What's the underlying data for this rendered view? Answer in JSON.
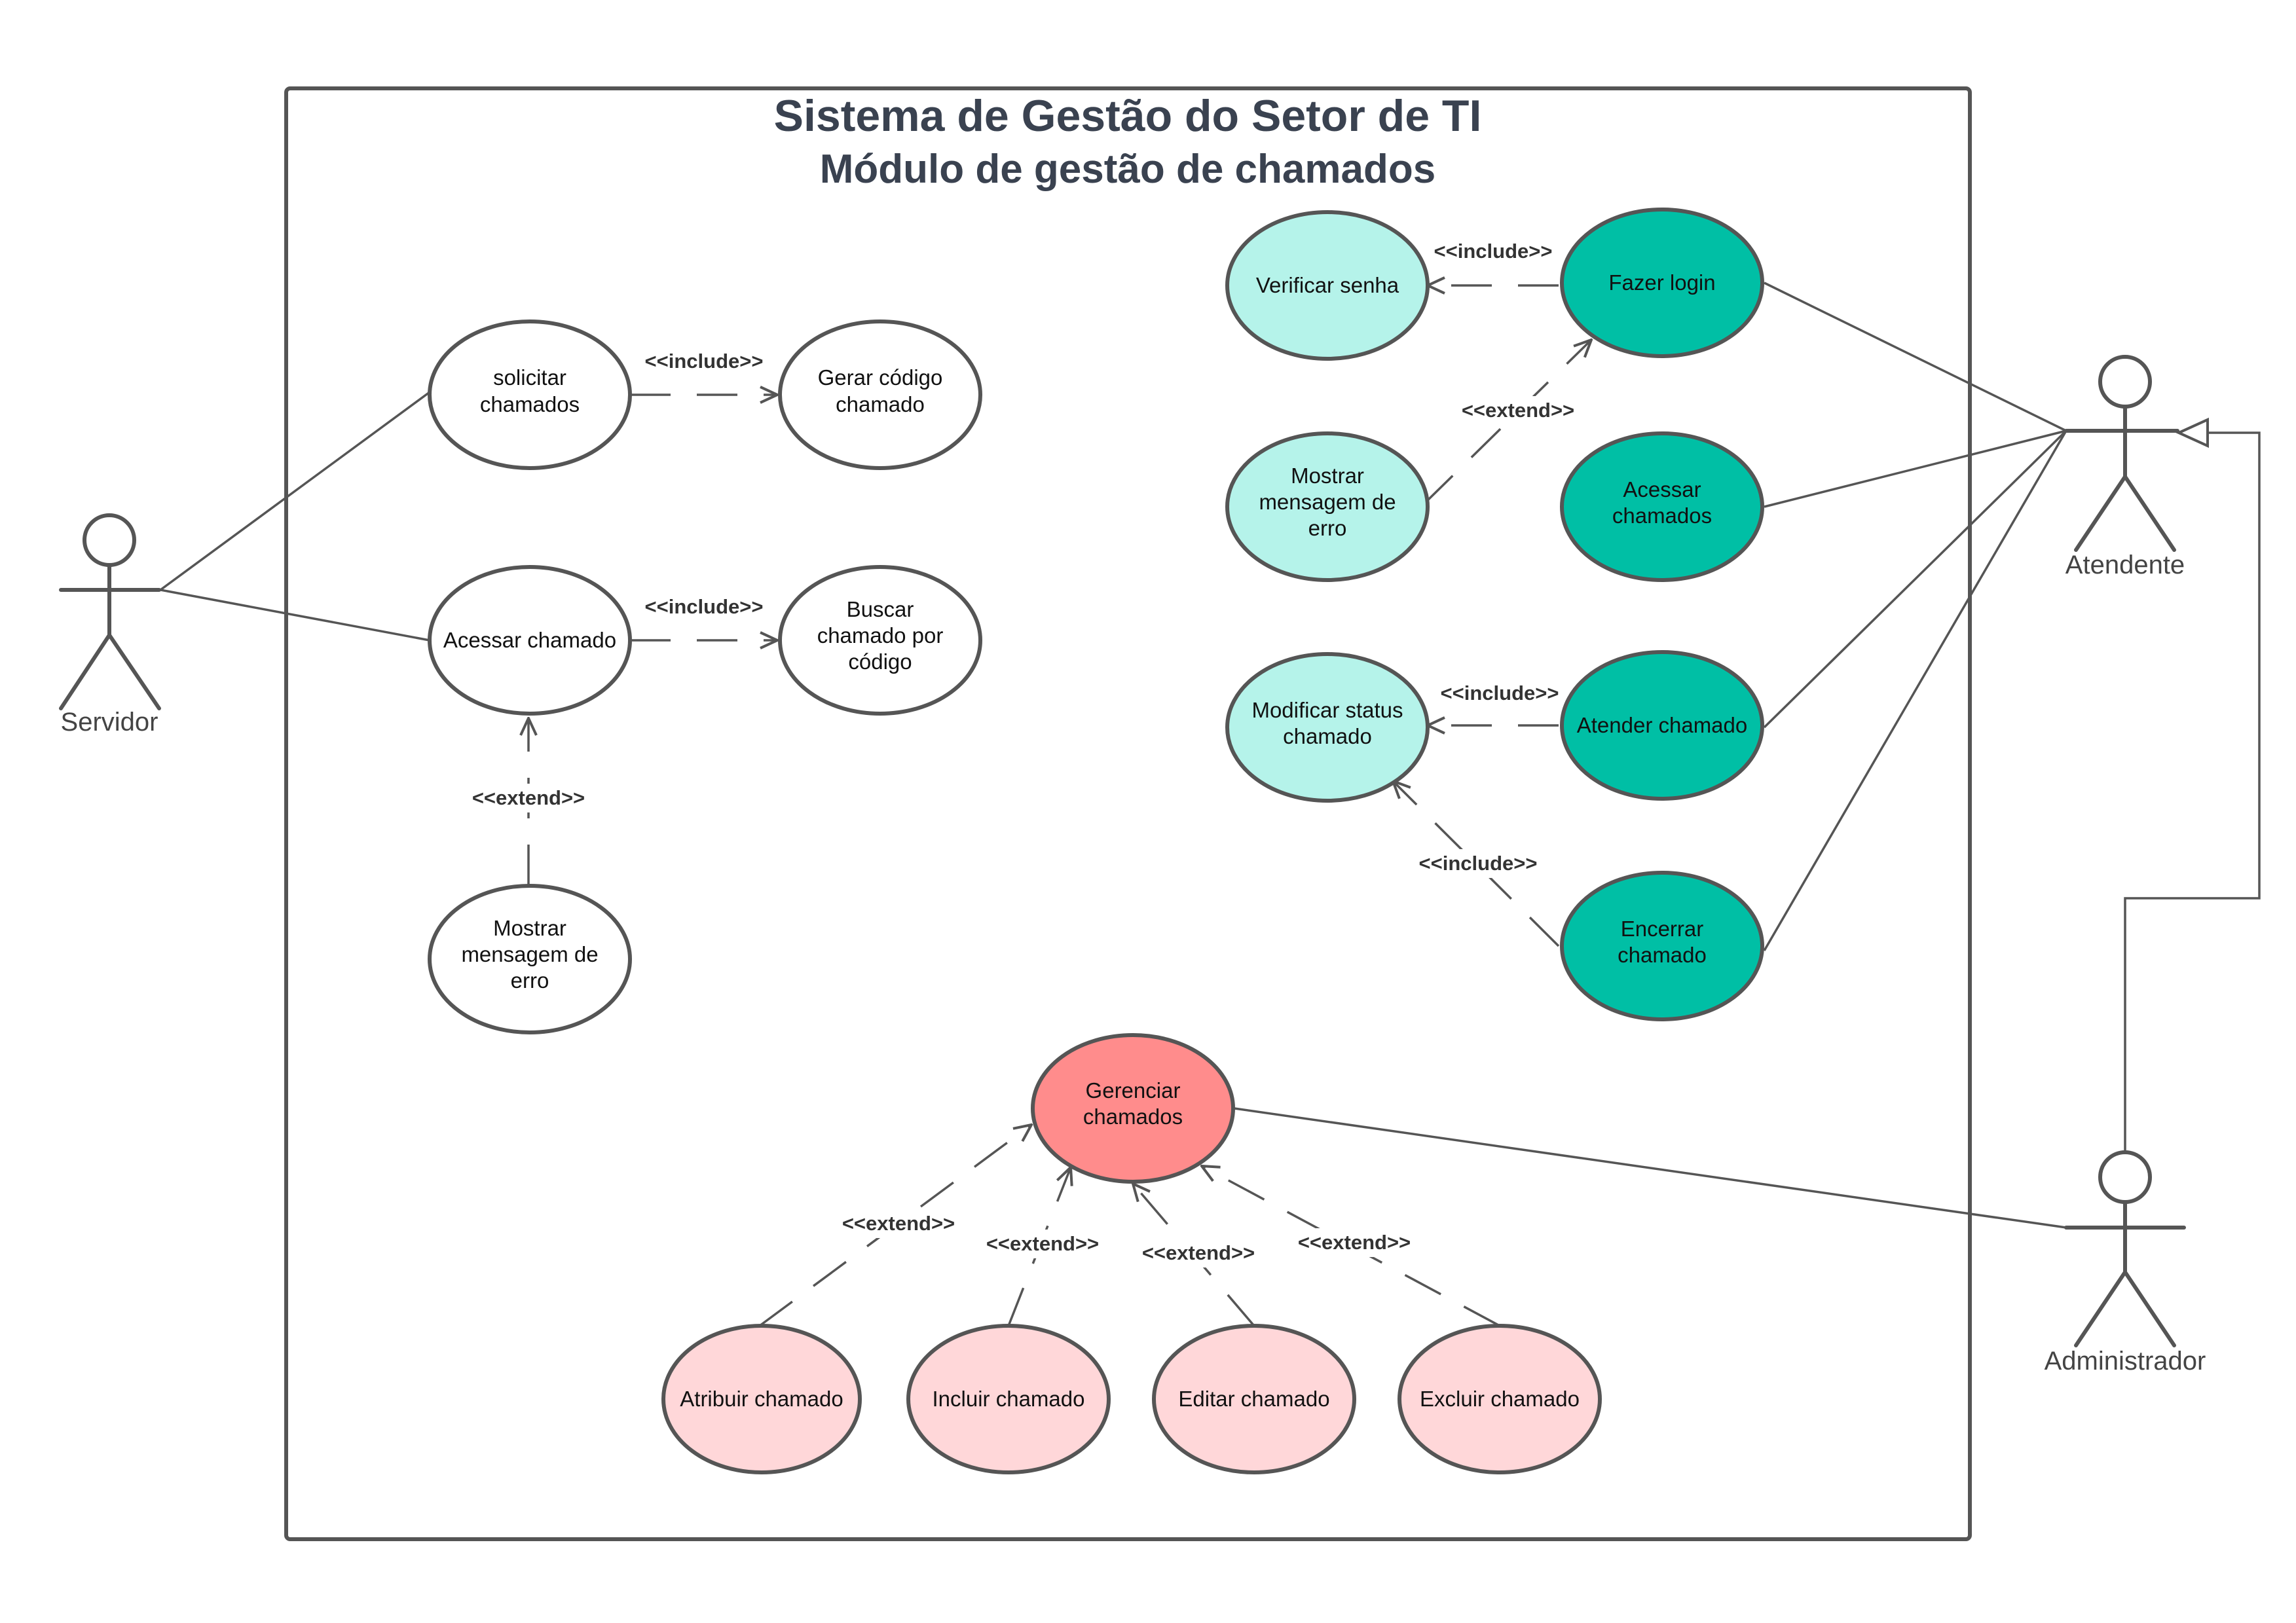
{
  "title": {
    "line1": "Sistema de Gestão do Setor de TI",
    "line2": "Módulo de gestão de chamados"
  },
  "colors": {
    "white": "#ffffff",
    "light_teal": "#b5f3ea",
    "teal": "#00bfa5",
    "red": "#ff8c8c",
    "light_pink": "#ffd7d9",
    "stroke": "#555555",
    "title": "#3a4250"
  },
  "actors": {
    "servidor": "Servidor",
    "atendente": "Atendente",
    "administrador": "Administrador"
  },
  "use_cases": {
    "solicitar": [
      "solicitar",
      "chamados"
    ],
    "gerar_codigo": [
      "Gerar código",
      "chamado"
    ],
    "acessar_chamado": [
      "Acessar chamado"
    ],
    "buscar_chamado": [
      "Buscar",
      "chamado por",
      "código"
    ],
    "mostrar_erro_servidor": [
      "Mostrar",
      "mensagem de",
      "erro"
    ],
    "verificar_senha": [
      "Verificar senha"
    ],
    "fazer_login": [
      "Fazer login"
    ],
    "mostrar_erro_login": [
      "Mostrar",
      "mensagem de",
      "erro"
    ],
    "acessar_chamados": [
      "Acessar",
      "chamados"
    ],
    "modificar_status": [
      "Modificar status",
      "chamado"
    ],
    "atender_chamado": [
      "Atender chamado"
    ],
    "encerrar_chamado": [
      "Encerrar",
      "chamado"
    ],
    "gerenciar_chamados": [
      "Gerenciar",
      "chamados"
    ],
    "atribuir_chamado": [
      "Atribuir chamado"
    ],
    "incluir_chamado": [
      "Incluir chamado"
    ],
    "editar_chamado": [
      "Editar chamado"
    ],
    "excluir_chamado": [
      "Excluir chamado"
    ]
  },
  "stereotypes": {
    "include": "<<include>>",
    "extend": "<<extend>>"
  }
}
